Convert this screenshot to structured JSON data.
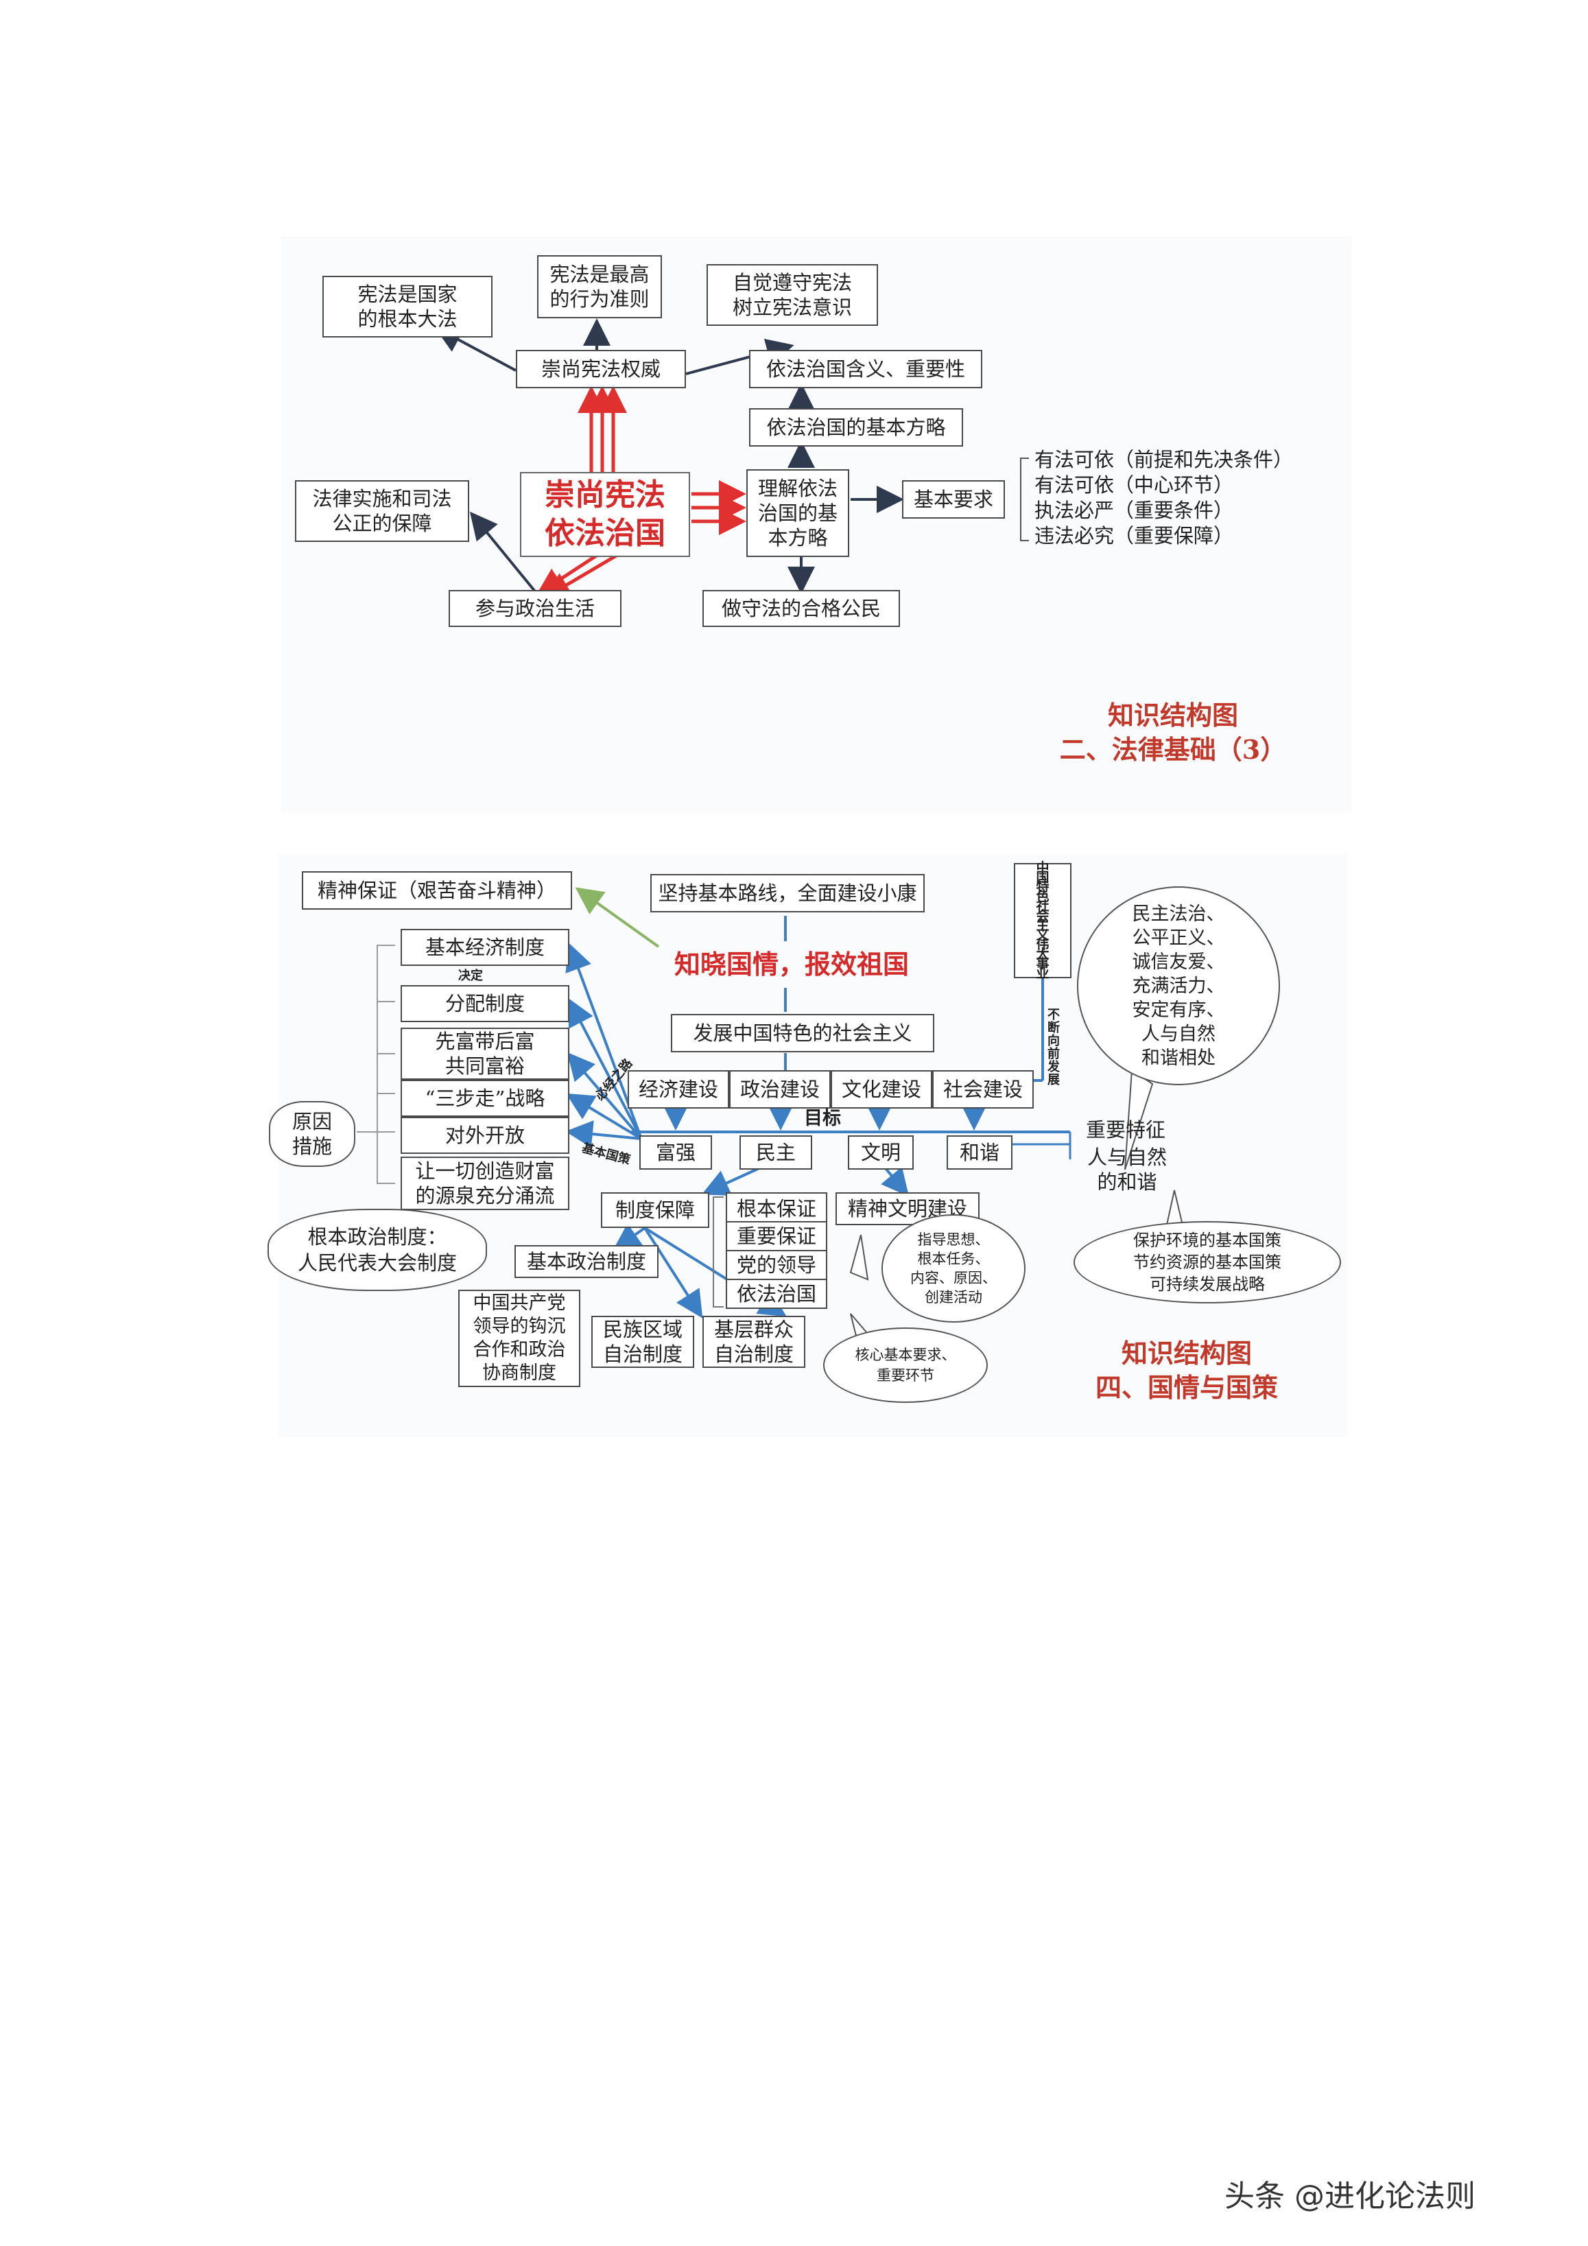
{
  "diagram1": {
    "center": "崇尚宪法\n依法治国",
    "chongshang": "崇尚宪法权威",
    "fundamental_law": "宪法是国家\n的根本大法",
    "highest_norm": "宪法是最高\n的行为准则",
    "consciousness": "自觉遵守宪法\n树立宪法意识",
    "meaning": "依法治国含义、重要性",
    "strategy": "依法治国的基本方略",
    "understand": "理解依法\n治国的基\n本方略",
    "basic_req": "基本要求",
    "req_items": [
      "有法可依（前提和先决条件）",
      "有法可依（中心环节）",
      "执法必严（重要条件）",
      "违法必究（重要保障）"
    ],
    "judicial": "法律实施和司法\n公正的保障",
    "participate": "参与政治生活",
    "citizen": "做守法的合格公民",
    "title": "知识结构图\n二、法律基础（3）"
  },
  "diagram2": {
    "spirit": "精神保证（艰苦奋斗精神）",
    "adhere": "坚持基本路线，全面建设小康",
    "center": "知晓国情，报效祖国",
    "develop": "发展中国特色的社会主义",
    "great_cause": "中\n国\n特\n色\n社\n会\n主\n义\n伟\n大\n事\n业",
    "forward": "不\n断\n向\n前\n发\n展",
    "left_items": [
      "基本经济制度",
      "分配制度",
      "先富带后富\n共同富裕",
      "“三步走”战略",
      "对外开放",
      "让一切创造财富\n的源泉充分涌流"
    ],
    "decide": "决定",
    "bound": "必经之路",
    "basic_policy": "基本国策",
    "reason": "原因\n措施",
    "constructions": [
      "经济建设",
      "政治建设",
      "文化建设",
      "社会建设"
    ],
    "goal": "目标",
    "goals": [
      "富强",
      "民主",
      "文明",
      "和谐"
    ],
    "harmony_bubble": "民主法治、\n公平正义、\n诚信友爱、\n充满活力、\n安定有序、\n人与自然\n和谐相处",
    "important_feature": "重要特征",
    "nature": "人与自然\n的和谐",
    "env_policy": "保护环境的基本国策\n节约资源的基本国策\n可持续发展战略",
    "system": "制度保障",
    "root_guard": "根本保证",
    "important_guard": "重要保证",
    "party": "党的领导",
    "rule_law": "依法治国",
    "spiritual": "精神文明建设",
    "spiritual_bubble": "指导思想、\n根本任务、\n内容、原因、\n创建活动",
    "root_political": "根本政治制度：\n人民代表大会制度",
    "basic_political": "基本政治制度",
    "cpc": "中国共产党\n领导的钩沉\n合作和政治\n协商制度",
    "ethnic": "民族区域\n自治制度",
    "grassroots": "基层群众\n自治制度",
    "core_bubble": "核心基本要求、\n重要环节",
    "title": "知识结构图\n四、国情与国策"
  },
  "watermark": "头条 @进化论法则"
}
